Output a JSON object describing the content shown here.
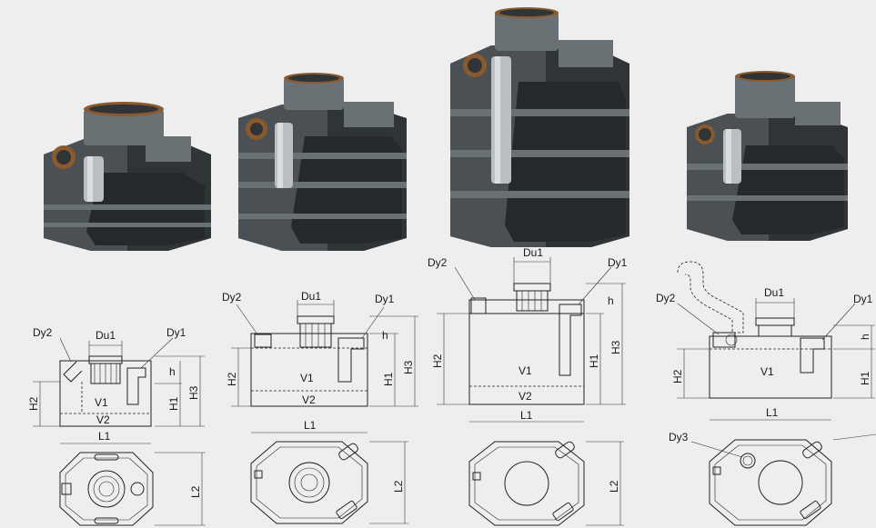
{
  "labels": {
    "du1": "Du1",
    "dy1": "Dy1",
    "dy2": "Dy2",
    "dy3": "Dy3",
    "h": "h",
    "h1": "H1",
    "h2": "H2",
    "h3": "H3",
    "v1": "V1",
    "v2": "V2",
    "l1": "L1",
    "l2": "L2"
  },
  "colors": {
    "background": "#eeeeef",
    "tank_body": "#4a5053",
    "tank_rim": "#8a5a2e",
    "pipe": "#b9bfc3",
    "line": "#222222"
  },
  "units": [
    {
      "id": "unit-1",
      "has_v2": true,
      "has_h3": true,
      "has_l2": true,
      "has_dy3": false
    },
    {
      "id": "unit-2",
      "has_v2": true,
      "has_h3": true,
      "has_l2": true,
      "has_dy3": false
    },
    {
      "id": "unit-3",
      "has_v2": true,
      "has_h3": true,
      "has_l2": true,
      "has_dy3": false
    },
    {
      "id": "unit-4",
      "has_v2": false,
      "has_h3": false,
      "has_l2": false,
      "has_dy3": true
    }
  ]
}
